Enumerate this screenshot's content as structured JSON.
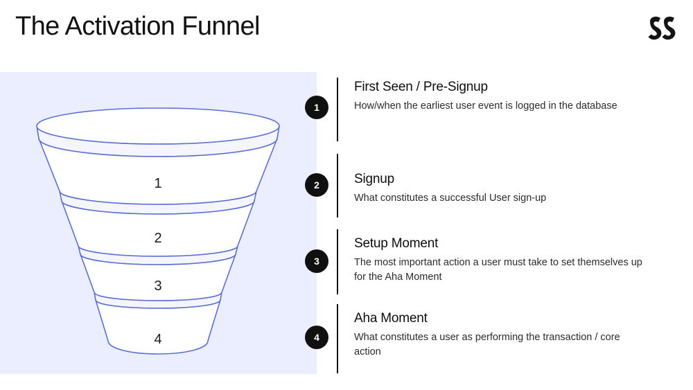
{
  "header": {
    "title": "The Activation Funnel",
    "logo_name": "brand-logo-double-chevron"
  },
  "theme": {
    "panel_background": "#ebeeff",
    "funnel_stroke": "#5a6fd4",
    "funnel_fill": "#ffffff",
    "badge_background": "#101010",
    "badge_text": "#ffffff",
    "title_text": "#0d0d0d",
    "body_text": "#2b2b2b",
    "rule_color": "#101010",
    "page_background": "#ffffff"
  },
  "funnel": {
    "segment_labels": [
      "1",
      "2",
      "3",
      "4"
    ]
  },
  "steps": [
    {
      "badge": "1",
      "title": "First Seen / Pre-Signup",
      "description": "How/when the earliest user event is logged in the database"
    },
    {
      "badge": "2",
      "title": "Signup",
      "description": "What constitutes a successful User sign-up"
    },
    {
      "badge": "3",
      "title": "Setup Moment",
      "description": "The most important action a user must take to set themselves up for the Aha Moment"
    },
    {
      "badge": "4",
      "title": "Aha Moment",
      "description": "What constitutes a user as performing the transaction / core action"
    }
  ]
}
